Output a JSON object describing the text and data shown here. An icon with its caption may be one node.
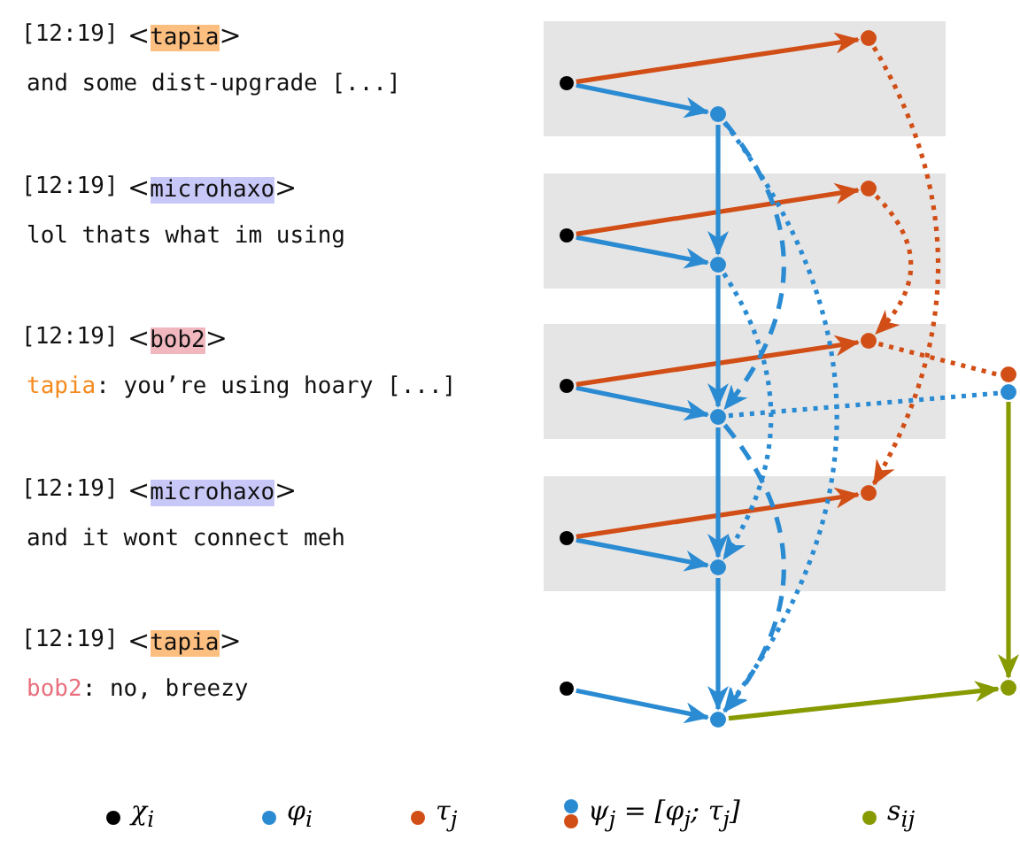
{
  "diagram": {
    "nodes": [
      {
        "text": [],
        "shape": "box"
      },
      {
        "text": [],
        "shape": "circle",
        "in": 0
      },
      {
        "text": [],
        "shape": "circle",
        "in": 0
      },
      {
        "text": [],
        "shape": "circle",
        "in": 0
      },
      {
        "text": [],
        "shape": "box"
      },
      {
        "text": [],
        "shape": "circle",
        "in": 4
      },
      {
        "text": [],
        "shape": "circle",
        "in": 4
      },
      {
        "text": [],
        "shape": "circle",
        "in": 4
      },
      {
        "text": [],
        "shape": "box"
      },
      {
        "text": [],
        "shape": "circle",
        "in": 8
      },
      {
        "text": [],
        "shape": "circle",
        "in": 8
      },
      {
        "text": [],
        "shape": "circle",
        "in": 8
      },
      {
        "text": [],
        "shape": "box"
      },
      {
        "text": [],
        "shape": "circle",
        "in": 12
      },
      {
        "text": [],
        "shape": "circle",
        "in": 12
      },
      {
        "text": [],
        "shape": "circle",
        "in": 12
      },
      {
        "text": [],
        "shape": "circle"
      },
      {
        "text": [],
        "shape": "circle"
      },
      {
        "text": [],
        "shape": "circle"
      },
      {
        "text": [],
        "shape": "circle"
      }
    ],
    "edges": [
      {
        "from": 1,
        "to": 2,
        "arrow": "to"
      },
      {
        "from": 1,
        "to": 3,
        "arrow": "to",
        "color": "#d14e16"
      },
      {
        "from": 5,
        "to": 6,
        "arrow": "to"
      },
      {
        "from": 5,
        "to": 7,
        "arrow": "to",
        "color": "#d14e16"
      },
      {
        "from": 9,
        "to": 10,
        "arrow": "to"
      },
      {
        "from": 9,
        "to": 11,
        "arrow": "to",
        "color": "#d14e16"
      },
      {
        "from": 13,
        "to": 14,
        "arrow": "to"
      },
      {
        "from": 13,
        "to": 15,
        "arrow": "to",
        "color": "#d14e16"
      },
      {
        "from": 16,
        "to": 17,
        "arrow": "to"
      },
      {
        "from": 2,
        "to": 6,
        "arrow": "to"
      },
      {
        "from": 6,
        "to": 10,
        "arrow": "to"
      },
      {
        "from": 10,
        "to": 14,
        "arrow": "to"
      },
      {
        "from": 14,
        "to": 17,
        "arrow": "to"
      },
      {
        "from": 2,
        "to": 10,
        "arrow": "to",
        "style": "dashed"
      },
      {
        "from": 6,
        "to": 14,
        "arrow": "to",
        "style": "dashed"
      },
      {
        "from": 10,
        "to": 17,
        "arrow": "to",
        "style": "dashed"
      },
      {
        "from": 2,
        "to": 17,
        "arrow": "to",
        "style": "dashed"
      },
      {
        "from": 3,
        "to": 15,
        "arrow": "to",
        "style": "dashed",
        "color": "#d14e16"
      },
      {
        "from": 7,
        "to": 11,
        "arrow": "to",
        "style": "dashed",
        "color": "#d14e16"
      },
      {
        "from": 11,
        "to": 18,
        "arrow": "none",
        "style": "dashed",
        "color": "#d14e16"
      },
      {
        "from": 10,
        "to": 18,
        "arrow": "none",
        "style": "dashed"
      },
      {
        "from": 18,
        "to": 19,
        "arrow": "to",
        "color": "#879a00"
      },
      {
        "from": 17,
        "to": 19,
        "arrow": "to",
        "color": "#879a00"
      }
    ],
    "labels": [
      "[12:19]",
      "<tapia>",
      "and some dist-upgrade [...]",
      "[12:19]",
      "<microhaxo>",
      "lol thats what im using",
      "[12:19]",
      "<bob2>",
      "tapia: you’re using hoary [...]",
      "[12:19]",
      "<microhaxo>",
      "and it wont connect meh",
      "[12:19]",
      "<tapia>",
      "bob2: no, breezy"
    ],
    "legend": [
      {
        "text": "χ$_{i}$",
        "color": "#000000"
      },
      {
        "text": "φ$_{i}$",
        "color": "#2a8bd3"
      },
      {
        "text": "τ$_{j}$",
        "color": "#d14e16"
      },
      {
        "text": "ψ$_{j}$ = [φ$_{j}$; τ$_{j}$]"
      },
      {
        "text": "s$_{ij}$",
        "color": "#879a00"
      }
    ]
  }
}
